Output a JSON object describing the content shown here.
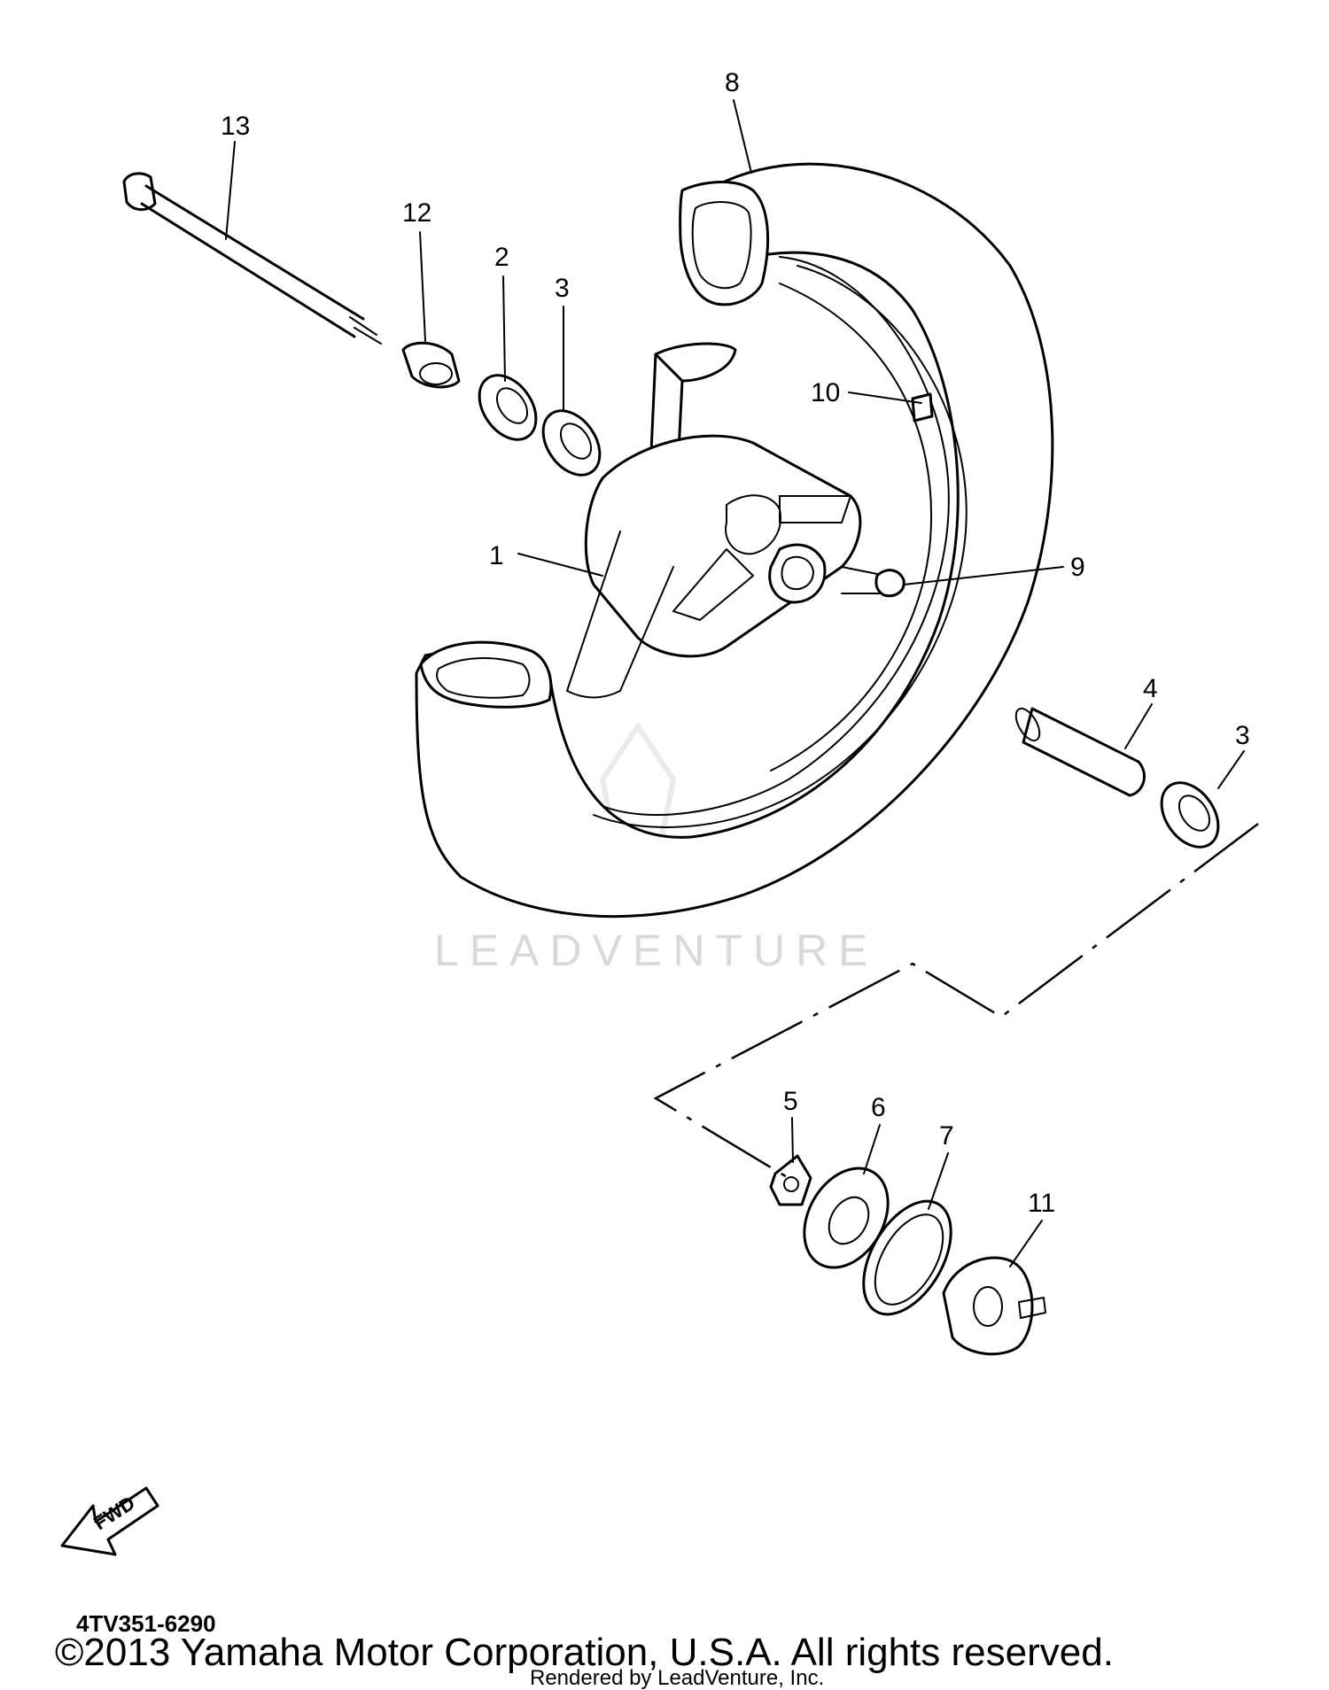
{
  "callouts": [
    {
      "id": "13",
      "label": "13"
    },
    {
      "id": "12",
      "label": "12"
    },
    {
      "id": "2",
      "label": "2"
    },
    {
      "id": "3a",
      "label": "3"
    },
    {
      "id": "8",
      "label": "8"
    },
    {
      "id": "10",
      "label": "10"
    },
    {
      "id": "1",
      "label": "1"
    },
    {
      "id": "9",
      "label": "9"
    },
    {
      "id": "4",
      "label": "4"
    },
    {
      "id": "3b",
      "label": "3"
    },
    {
      "id": "5",
      "label": "5"
    },
    {
      "id": "6",
      "label": "6"
    },
    {
      "id": "7",
      "label": "7"
    },
    {
      "id": "11",
      "label": "11"
    }
  ],
  "watermark": "LEADVENTURE",
  "fwd_arrow_label": "FWD",
  "part_code": "4TV351-6290",
  "copyright": "©2013 Yamaha Motor Corporation, U.S.A. All rights reserved.",
  "rendered_by": "Rendered by LeadVenture, Inc.",
  "line_color": "#000000",
  "watermark_color": "#d9d9d9"
}
